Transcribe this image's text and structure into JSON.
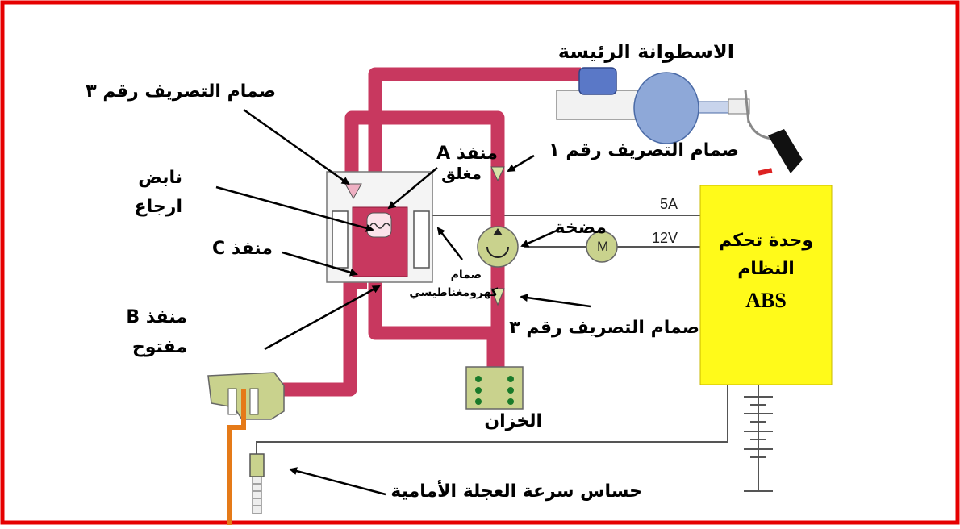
{
  "colors": {
    "frame": "#e60000",
    "hydraulic_line": "#c8385f",
    "control_unit": "#fffa1a",
    "brake_pedal": "#111111"
  },
  "labels": {
    "master_cylinder": "الاسطوانة الرئيسة",
    "drain_valve_3_top": "صمام التصريف رقم ٣",
    "port_a_line1": "منفذ A",
    "port_a_line2": "مغلق",
    "drain_valve_1": "صمام التصريف رقم ١",
    "return_spring_line1": "نابض",
    "return_spring_line2": "ارجاع",
    "port_c": "منفذ C",
    "pump": "مضخة",
    "solenoid_valve_line1": "صمام",
    "solenoid_valve_line2": "كهرومغناطيسي",
    "drain_valve_3_bottom": "صمام التصريف رقم ٣",
    "port_b_line1": "منفذ B",
    "port_b_line2": "مفتوح",
    "reservoir": "الخزان",
    "front_wheel_sensor": "حساس سرعة العجلة الأمامية",
    "abs_unit_line1": "وحدة تحكم",
    "abs_unit_line2": "النظام",
    "abs_unit_line3": "ABS",
    "wire_5a": "5A",
    "wire_12v": "12V",
    "motor": "M"
  }
}
